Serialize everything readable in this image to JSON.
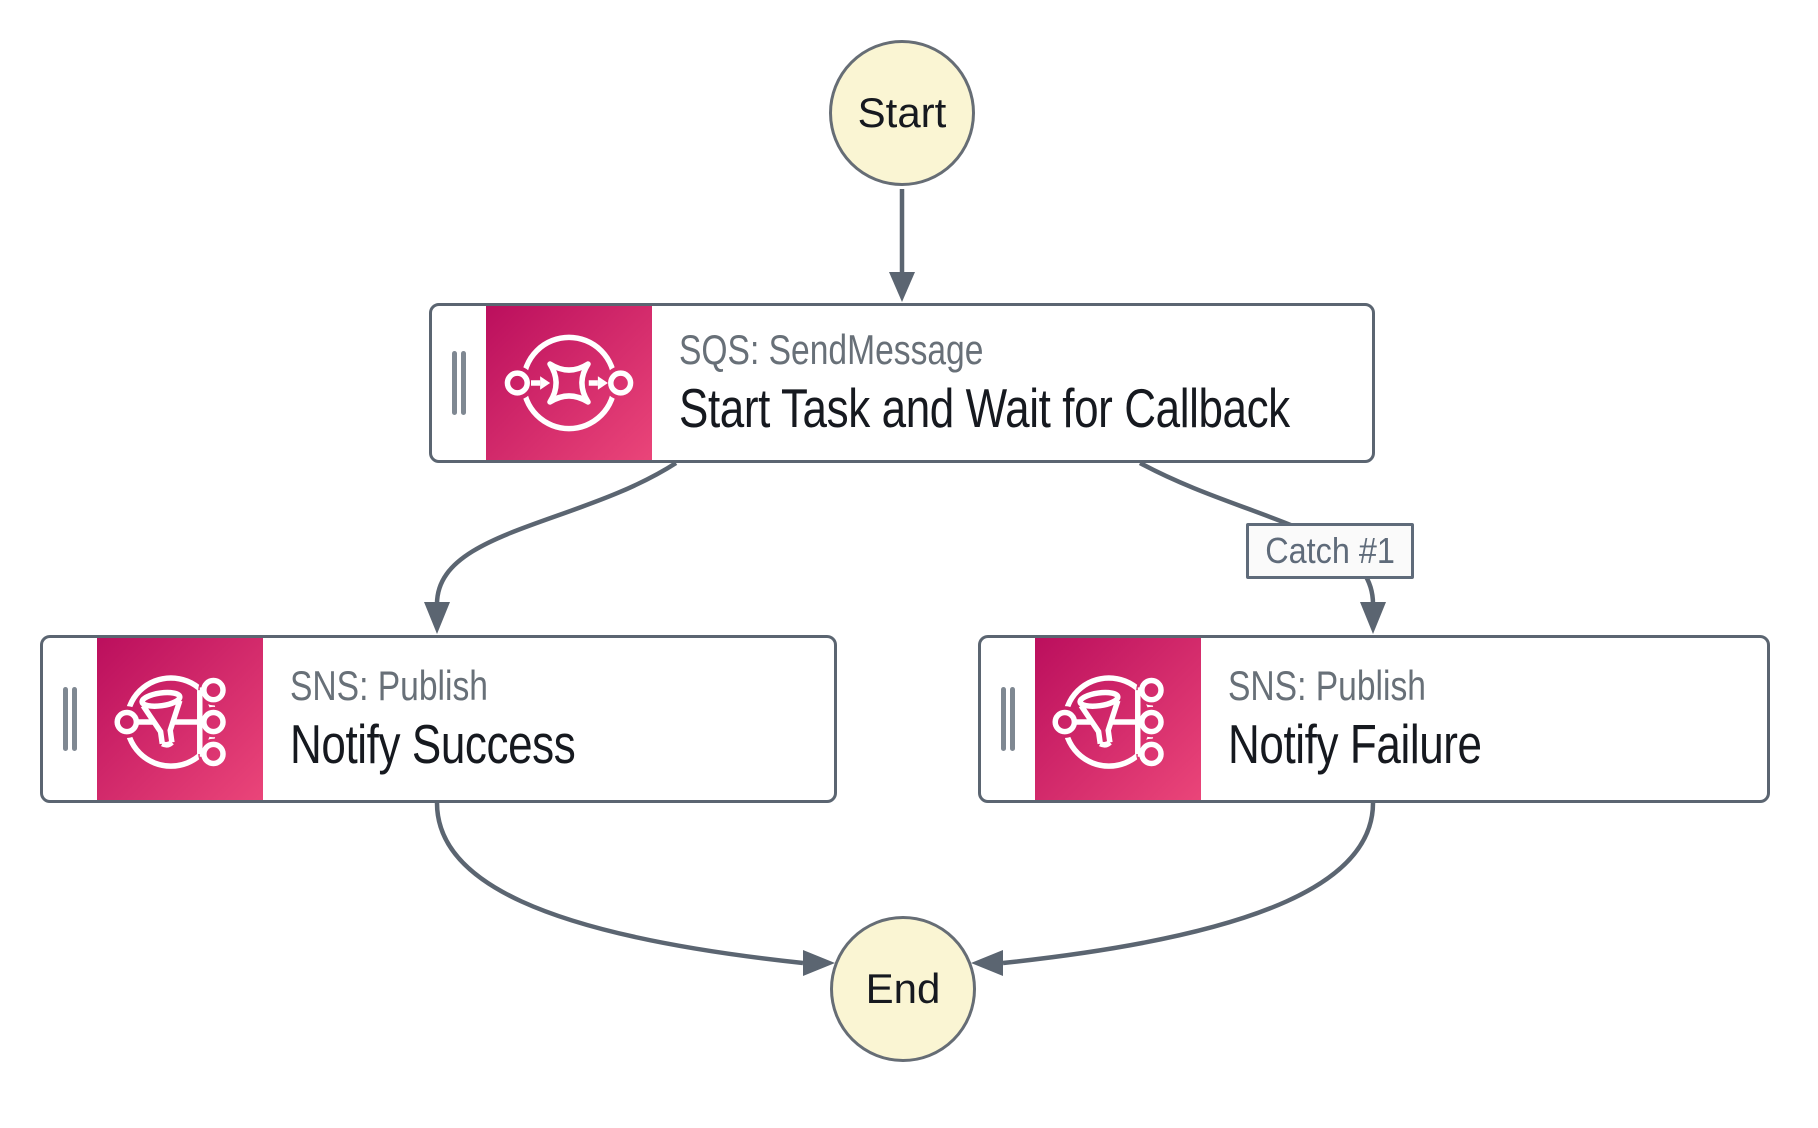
{
  "workflow": {
    "start_label": "Start",
    "end_label": "End",
    "tasks": [
      {
        "resource": "SQS: SendMessage",
        "name": "Start Task and Wait for Callback",
        "icon": "sqs-icon"
      },
      {
        "resource": "SNS: Publish",
        "name": "Notify Success",
        "icon": "sns-icon"
      },
      {
        "resource": "SNS: Publish",
        "name": "Notify Failure",
        "icon": "sns-icon"
      }
    ],
    "edge_labels": [
      {
        "label": "Catch #1"
      }
    ],
    "colors": {
      "icon_gradient_start": "#bb0f5d",
      "icon_gradient_end": "#ea4579",
      "terminal_fill": "#faf5d3",
      "terminal_border": "#666d75",
      "node_border": "#5b6571",
      "edge": "#5b6571",
      "resource_text": "#687078",
      "title_text": "#16191f",
      "edge_label_text": "#5f6b7a"
    }
  }
}
